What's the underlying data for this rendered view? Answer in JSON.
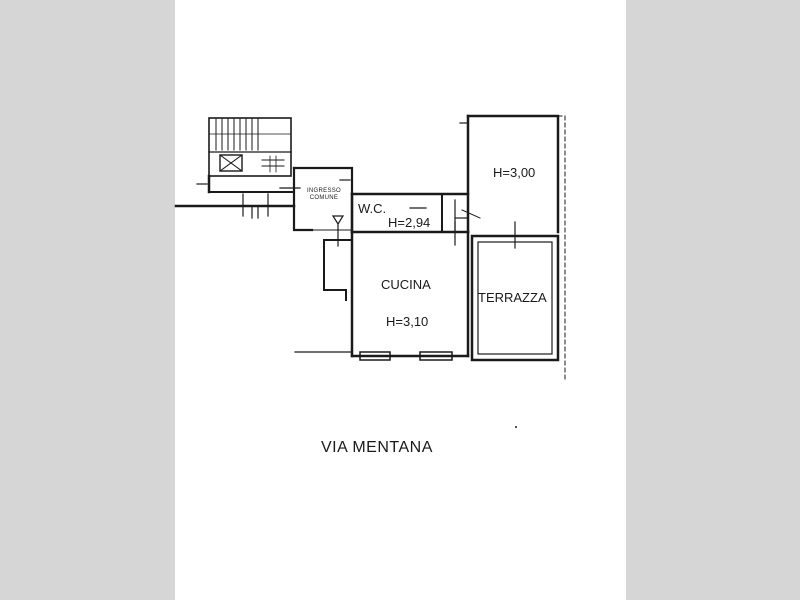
{
  "colors": {
    "background": "#d6d6d6",
    "paper": "#ffffff",
    "ink": "#1a1a1a"
  },
  "rooms": {
    "room_upper_height": "H=3,00",
    "wc_label": "W.C.",
    "wc_height": "H=2,94",
    "kitchen_label": "CUCINA",
    "kitchen_height": "H=3,10",
    "terrace_label": "TERRAZZA"
  },
  "entrance": {
    "line1": "INGRESSO",
    "line2": "COMUNE"
  },
  "street": {
    "name": "VIA MENTANA"
  }
}
